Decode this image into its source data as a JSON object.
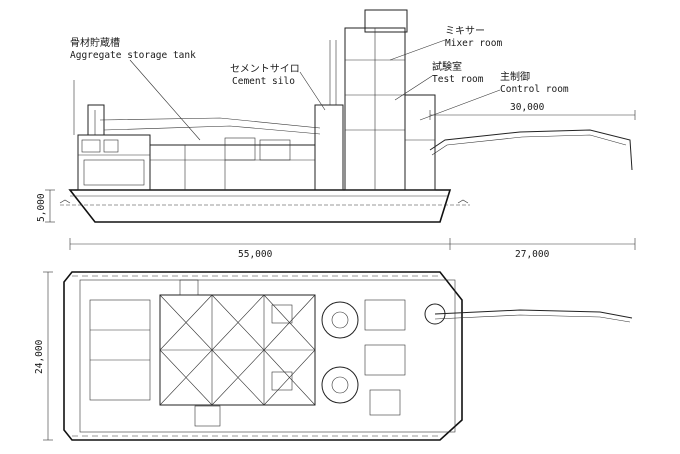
{
  "labels": {
    "aggregate_jp": "骨材貯蔵槽",
    "aggregate_en": "Aggregate storage tank",
    "cement_jp": "セメントサイロ",
    "cement_en": "Cement silo",
    "mixer_jp": "ミキサー",
    "mixer_en": "Mixer room",
    "test_jp": "試験室",
    "test_en": "Test room",
    "control_jp": "主制御",
    "control_en": "Control room"
  },
  "dimensions": {
    "boom_reach": "30,000",
    "draft": "5,000",
    "hull_length": "55,000",
    "boom_overhang": "27,000",
    "beam": "24,000"
  }
}
